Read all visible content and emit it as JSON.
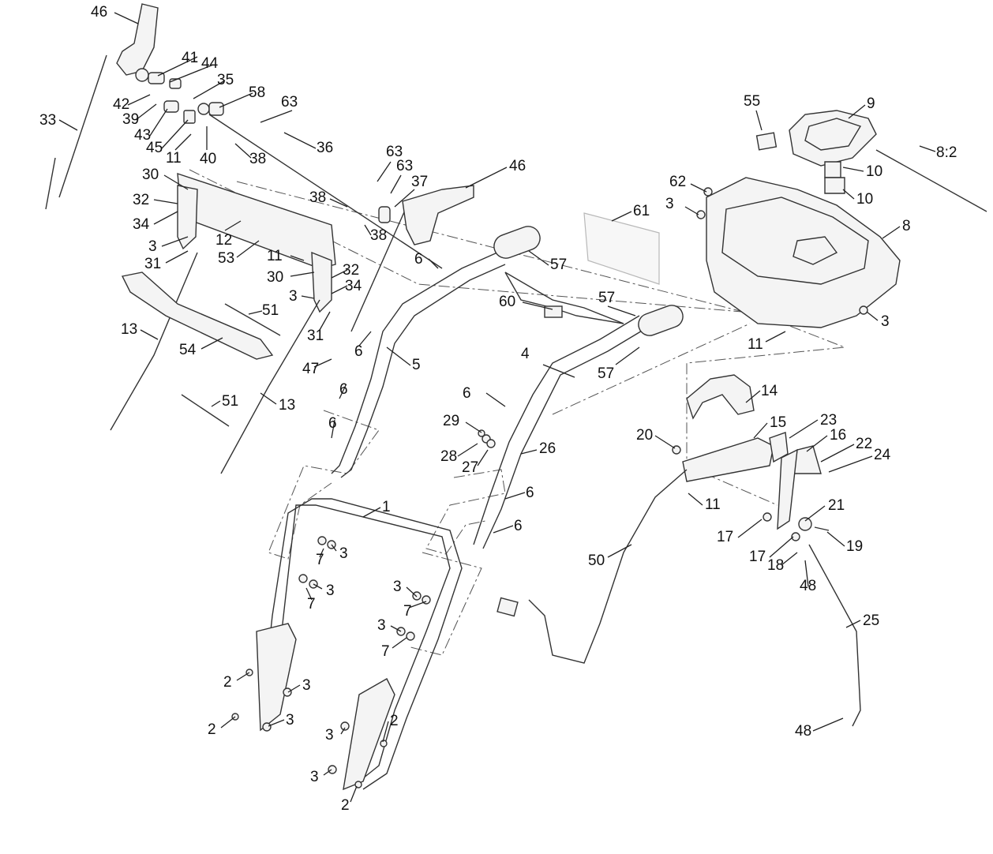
{
  "diagram": {
    "callouts": [
      "46",
      "41",
      "44",
      "35",
      "42",
      "39",
      "43",
      "45",
      "11",
      "40",
      "58",
      "63",
      "38",
      "36",
      "33",
      "30",
      "32",
      "34",
      "12",
      "3",
      "31",
      "53",
      "11",
      "30",
      "32",
      "3",
      "34",
      "31",
      "51",
      "13",
      "54",
      "47",
      "13",
      "51",
      "63",
      "63",
      "37",
      "38",
      "38",
      "46",
      "6",
      "57",
      "60",
      "57",
      "57",
      "5",
      "6",
      "6",
      "6",
      "4",
      "6",
      "29",
      "28",
      "27",
      "26",
      "6",
      "6",
      "1",
      "3",
      "7",
      "3",
      "7",
      "3",
      "7",
      "3",
      "7",
      "2",
      "3",
      "2",
      "3",
      "3",
      "2",
      "3",
      "2",
      "55",
      "9",
      "8:2",
      "10",
      "10",
      "62",
      "3",
      "61",
      "8",
      "3",
      "11",
      "14",
      "20",
      "15",
      "23",
      "16",
      "22",
      "24",
      "11",
      "21",
      "17",
      "17",
      "18",
      "19",
      "48",
      "50",
      "25",
      "48"
    ]
  }
}
